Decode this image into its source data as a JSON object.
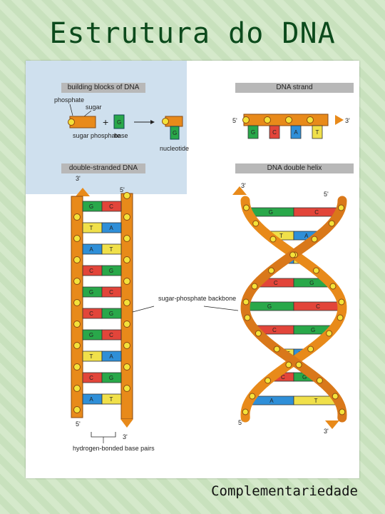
{
  "slide": {
    "title": "Estrutura do DNA",
    "footer": "Complementariedade"
  },
  "figure": {
    "building_blocks": {
      "header": "building blocks of DNA",
      "phosphate_label": "phosphate",
      "sugar_label": "sugar",
      "sugar_phosphate_label": "sugar phosphate",
      "base_label": "base",
      "nucleotide_label": "nucleotide",
      "base_letter": "G",
      "plus": "+"
    },
    "dna_strand": {
      "header": "DNA strand",
      "end_left": "5'",
      "end_right": "3'",
      "bases": [
        "G",
        "C",
        "A",
        "T"
      ]
    },
    "double_stranded": {
      "header": "double-stranded DNA",
      "top_left_end": "3'",
      "top_right_end": "5'",
      "bottom_left_end": "5'",
      "bottom_right_end": "3'",
      "backbone_label": "sugar-phosphate backbone",
      "hbond_label": "hydrogen-bonded base pairs",
      "pairs": [
        [
          "G",
          "C"
        ],
        [
          "T",
          "A"
        ],
        [
          "A",
          "T"
        ],
        [
          "C",
          "G"
        ],
        [
          "G",
          "C"
        ],
        [
          "C",
          "G"
        ],
        [
          "G",
          "C"
        ],
        [
          "T",
          "A"
        ],
        [
          "C",
          "G"
        ],
        [
          "A",
          "T"
        ]
      ]
    },
    "double_helix": {
      "header": "DNA double helix",
      "top_left_end": "3'",
      "top_right_end": "5'",
      "bottom_left_end": "5'",
      "bottom_right_end": "3'",
      "pairs": [
        [
          "G",
          "C"
        ],
        [
          "T",
          "A"
        ],
        [
          "A",
          "T"
        ],
        [
          "C",
          "G"
        ],
        [
          "G",
          "C"
        ],
        [
          "C",
          "G"
        ],
        [
          "T",
          "A"
        ],
        [
          "C",
          "G"
        ],
        [
          "A",
          "T"
        ]
      ]
    }
  },
  "colors": {
    "backbone": "#e88a1a",
    "backbone_dark": "#8a4a10",
    "phosphate": "#f4e23a",
    "G": "#29a84a",
    "C": "#e2453a",
    "A": "#2f8fd8",
    "T": "#f0e04a",
    "header_bar": "#b8b8b8",
    "slide_title": "#0c4a1c"
  }
}
